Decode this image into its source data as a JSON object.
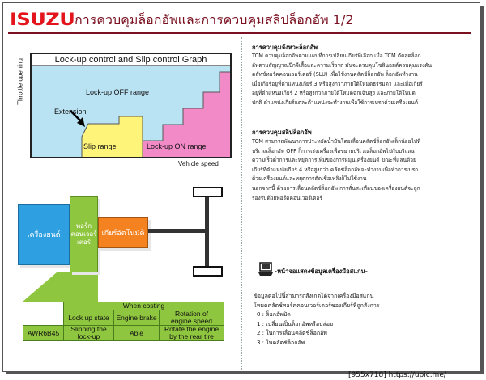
{
  "header": {
    "logo": "ISUZU",
    "title": "การควบคุมล็อกอัพและการควบคุมสลิปล็อกอัพ 1/2"
  },
  "graph": {
    "title": "Lock-up control and Slip control Graph",
    "y_label": "Throttle opening",
    "x_label": "Vehicle speed",
    "regions": {
      "lockup_off": "Lock-up OFF range",
      "extension": "Extension",
      "slip": "Slip range",
      "lockup_on": "Lock-up ON range"
    },
    "colors": {
      "off": "#b9e2f3",
      "slip": "#fff47a",
      "on": "#f28ac8"
    }
  },
  "drivetrain": {
    "engine": "เครื่องยนต์",
    "converter_line1": "ทอร์ก",
    "converter_line2": "คอนเวอร์",
    "converter_line3": "เตอร์",
    "gearbox": "เกียร์อัตโนมัติ"
  },
  "table": {
    "when_coasting": "When costing",
    "headers": [
      "Lock up state",
      "Engine brake",
      "Rotation of engine speed"
    ],
    "header_lines": {
      "h1": "Lock up state",
      "h2": "Engine brake",
      "h3a": "Rotation of",
      "h3b": "engine speed"
    },
    "row": {
      "model": "AWR6B45",
      "state_a": "Slipping the",
      "state_b": "lock-up",
      "brake": "Able",
      "rotation_a": "Rotate the engine",
      "rotation_b": "by the rear tire"
    }
  },
  "lockup_section": {
    "heading": "การควบคุมจังหวะล็อกอัพ",
    "lines": [
      "TCM ควบคุมล็อกอัพตามแผนที่การเปลี่ยนเกียร์ที่เลือก เมื่อ TCM ตัดสุดล็อก",
      "อัพตามสัญญาณปีกผีเสื้อและความเร็วรถ มันจะควบคุมโซลินอยด์ควบคุมแรงดัน",
      "คลัทช์ทอร์คคอนเวอร์เตอร์ (SLU) เพื่อใช้งานคลัตช์ล็อกอัพ ล็อกอัพทำงาน",
      "เมื่อเกียร์อยู่ที่ตำแหน่งเกียร์ 3 หรือสูงกว่าภายใต้โหมดธรรมดา และเมื่อเกียร์",
      "อยู่ที่ตำแหน่งเกียร์ 2 หรือสูงกว่าภายใต้โหมดฉุกเฉินสูง และภายใต้โหมด",
      "ปกติ ตำแหน่งเกียร์แต่ละตำแหน่งจะทำงานเพื่อใช้การเบรกด้วยเครื่องยนต์"
    ]
  },
  "slip_section": {
    "heading": "การควบคุมสลิปล็อกอัพ",
    "lines": [
      "TCM สามารถพัฒนาการประหยัดน้ำมันโดยเลื่อนคลัตช์ล็อกอัพเล็กน้อยไปที่",
      "บริเวณล็อกอัพ OFF ก็การเร่งเครื่องเพื่อขยายบริเวณล็อกอัพไปกับบริเวณ",
      "ความเร็วต่ำการและหยุดการเพิ่มของการหมุนเครื่องยนต์ ขณะที่แล่นด้วย",
      "เกียร์ที่ตำแหน่งเกียร์ 4 หรือสูงกว่า คลัตช์ล็อกอัพจะทำงานเพื่อทำการเบรก",
      "ด้วยเครื่องยนต์และหยุดการตัดเชื้อเพลิงก็ไม่ใช้งาน",
      "นอกจากนี้ ด้วยการเลื่อนคลัตช์ล็อกอัพ การสั่นสะเทือนของเครื่องยนต์จะถูก",
      "รองรับด้วยทอร์คคอนเวอร์เตอร์"
    ]
  },
  "scan_tool": {
    "icon": "laptop-icon",
    "heading": "-หน้าจอแสดงข้อมูลเครื่องมือสแกน-",
    "lines": [
      "ข้อมูลต่อไปนี้สามารถสังเกตได้จากเครื่องมือสแกน",
      "โหมดคลัตช์ทอร์คคอนเวอร์เตอร์ของเกียร์ที่ถูกสั่งการ"
    ],
    "items": [
      "0 : ล็อกอัพปิด",
      "1 : เปลี่ยนเป็นล็อกอัพหรือปล่อย",
      "2 : ในการเลื่อนคลัตช์ล็อกอัพ",
      "3 : ในคลัตช์ล็อกอัพ"
    ]
  },
  "footer": "[955x718] https://upic.me/"
}
